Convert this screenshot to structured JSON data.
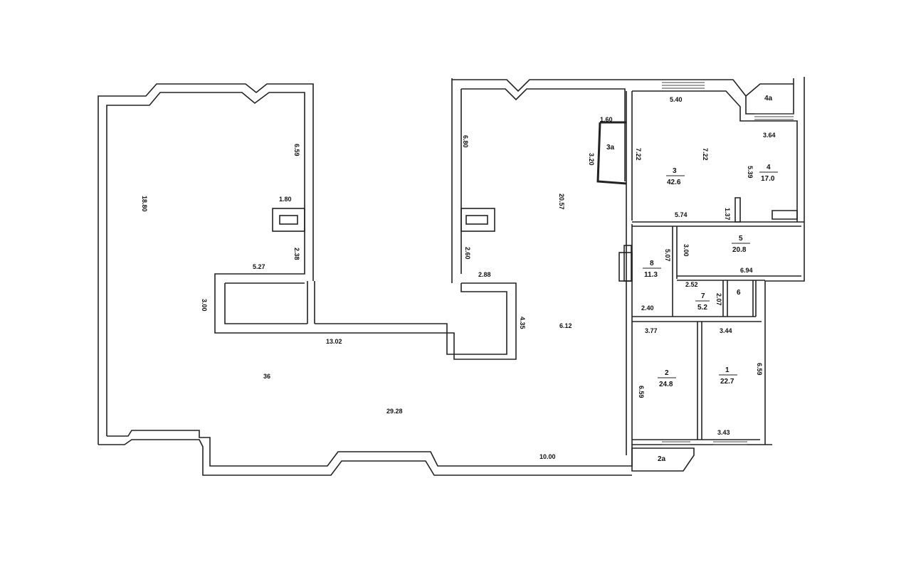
{
  "plan": {
    "dimensions": [
      "18.80",
      "6.59",
      "1.80",
      "2.38",
      "5.27",
      "3.00",
      "13.02",
      "36",
      "29.28",
      "10.00",
      "6.80",
      "20.57",
      "2.60",
      "2.88",
      "4.35",
      "6.12",
      "5.40",
      "1.60",
      "3.20",
      "7.22",
      "7.22",
      "3.64",
      "5.39",
      "5.74",
      "1.37",
      "5.07",
      "3.00",
      "6.94",
      "2.52",
      "2.07",
      "2.40",
      "3.77",
      "3.44",
      "6.59",
      "6.59",
      "3.43"
    ],
    "rooms": [
      {
        "number": "1",
        "area": "22.7"
      },
      {
        "number": "2",
        "area": "24.8"
      },
      {
        "number": "3",
        "area": "42.6"
      },
      {
        "number": "4",
        "area": "17.0"
      },
      {
        "number": "5",
        "area": "20.8"
      },
      {
        "number": "6",
        "area": ""
      },
      {
        "number": "7",
        "area": "5.2"
      },
      {
        "number": "8",
        "area": "11.3"
      }
    ],
    "balconies": [
      "2a",
      "3a",
      "4a"
    ]
  }
}
